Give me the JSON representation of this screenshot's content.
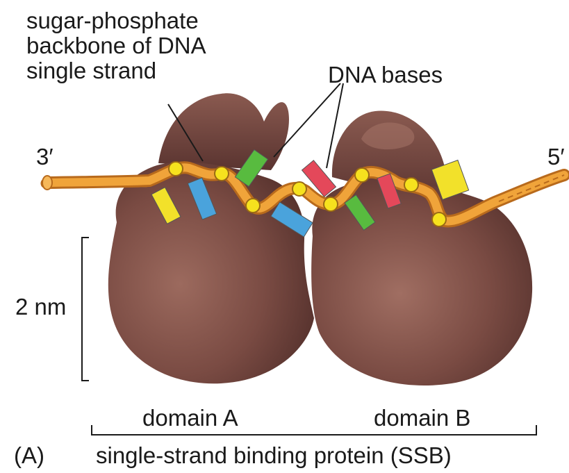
{
  "labels": {
    "backbone": "sugar-phosphate\nbackbone of DNA\nsingle strand",
    "bases": "DNA bases",
    "end_3": "3′",
    "end_5": "5′",
    "scale": "2 nm",
    "domain_a": "domain A",
    "domain_b": "domain B",
    "panel": "(A)",
    "protein": "single-strand binding protein (SSB)"
  },
  "colors": {
    "protein_dark": "#4f2d29",
    "protein_mid": "#7a4b43",
    "protein_light": "#9c6a5e",
    "strand": "#f0a43a",
    "strand_outline": "#b86a1c",
    "phosphate": "#f6e21e",
    "base_yellow": "#f2e12a",
    "base_blue": "#4aa3dc",
    "base_green": "#58bb3f",
    "base_red": "#e4485a"
  }
}
